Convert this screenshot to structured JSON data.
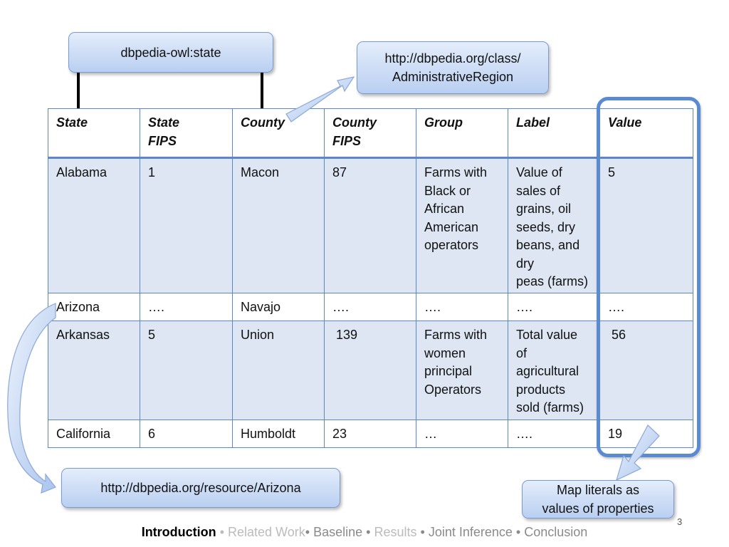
{
  "callouts": {
    "state_property": "dbpedia-owl:state",
    "class_line1": "http://dbpedia.org/class/",
    "class_line2": "AdministrativeRegion",
    "arizona_resource": "http://dbpedia.org/resource/Arizona",
    "map_line1": "Map literals as",
    "map_line2": "values of properties"
  },
  "table": {
    "headers": [
      [
        "State"
      ],
      [
        "State",
        "FIPS"
      ],
      [
        "County"
      ],
      [
        "County",
        "FIPS"
      ],
      [
        "Group"
      ],
      [
        "Label"
      ],
      [
        "Value"
      ]
    ],
    "rows": [
      {
        "state": "Alabama",
        "state_fips": "1",
        "county": "Macon",
        "county_fips": "87",
        "group": [
          "Farms with",
          "Black or",
          "African",
          "American",
          "operators"
        ],
        "label": [
          "Value of",
          "sales of",
          "grains, oil",
          "seeds, dry",
          "beans, and",
          "dry",
          "peas (farms)"
        ],
        "value": "5"
      },
      {
        "state": "Arizona",
        "state_fips": "….",
        "county": "Navajo",
        "county_fips": "….",
        "group": [
          "…."
        ],
        "label": [
          "…."
        ],
        "value": "…."
      },
      {
        "state": "Arkansas",
        "state_fips": "5",
        "county": "Union",
        "county_fips": " 139",
        "group": [
          "Farms with",
          "women",
          "principal",
          "Operators"
        ],
        "label": [
          "Total value",
          "of",
          "agricultural",
          "products",
          "sold (farms)"
        ],
        "value": " 56"
      },
      {
        "state": "California",
        "state_fips": "6",
        "county": "Humboldt",
        "county_fips": "23",
        "group": [
          "…"
        ],
        "label": [
          "…."
        ],
        "value": "19"
      }
    ]
  },
  "footer": {
    "introduction": "Introduction",
    "related_work": "Related Work",
    "baseline": "Baseline",
    "results": "Results",
    "joint_inference": "Joint Inference",
    "conclusion": "Conclusion",
    "separator": "•"
  },
  "slide_number": "3",
  "colors": {
    "callout_fill": "#c9daf5",
    "table_border": "#5b86c7",
    "row_shade": "#dde6f2",
    "frame": "#5a8bd0"
  }
}
